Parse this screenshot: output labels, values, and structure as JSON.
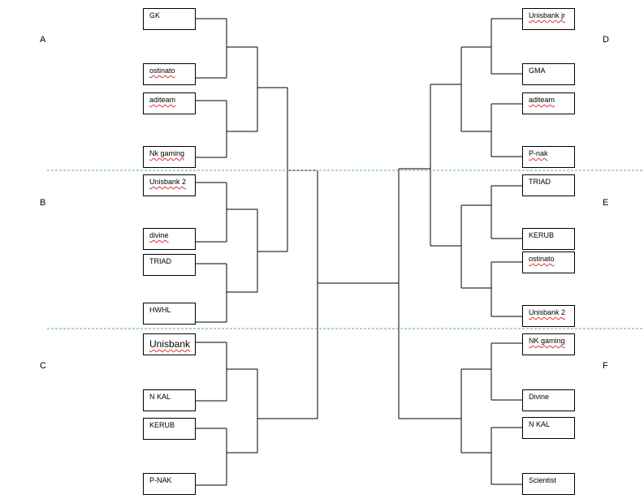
{
  "groups": [
    {
      "id": "A",
      "label": "A"
    },
    {
      "id": "B",
      "label": "B"
    },
    {
      "id": "C",
      "label": "C"
    },
    {
      "id": "D",
      "label": "D"
    },
    {
      "id": "E",
      "label": "E"
    },
    {
      "id": "F",
      "label": "F"
    }
  ],
  "left_teams": [
    {
      "name": "GK",
      "spellcheck": false
    },
    {
      "name": "ostinato",
      "spellcheck": true
    },
    {
      "name": "aditeam",
      "spellcheck": true
    },
    {
      "name": "Nk gaming",
      "spellcheck": true
    },
    {
      "name": "Unisbank 2",
      "spellcheck": true
    },
    {
      "name": "divine",
      "spellcheck": true
    },
    {
      "name": "TRIAD",
      "spellcheck": false
    },
    {
      "name": "HWHL",
      "spellcheck": false
    },
    {
      "name": "Unisbank",
      "spellcheck": true
    },
    {
      "name": "N KAL",
      "spellcheck": false
    },
    {
      "name": "KERUB",
      "spellcheck": false
    },
    {
      "name": "P-NAK",
      "spellcheck": false
    }
  ],
  "right_teams": [
    {
      "name": "Unisbank jr",
      "spellcheck": true
    },
    {
      "name": "GMA",
      "spellcheck": false
    },
    {
      "name": "aditeam",
      "spellcheck": true
    },
    {
      "name": "P-nak",
      "spellcheck": true
    },
    {
      "name": "TRIAD",
      "spellcheck": false
    },
    {
      "name": "KERUB",
      "spellcheck": false
    },
    {
      "name": "ostinato",
      "spellcheck": true
    },
    {
      "name": "Unisbank 2",
      "spellcheck": true
    },
    {
      "name": "NK gaming",
      "spellcheck": true
    },
    {
      "name": "Divine",
      "spellcheck": false
    },
    {
      "name": "N KAL",
      "spellcheck": false
    },
    {
      "name": "Scientist",
      "spellcheck": false
    }
  ],
  "colors": {
    "line": "#000000",
    "separator": "#5aa0c8",
    "spellcheck_underline": "#e03030"
  }
}
